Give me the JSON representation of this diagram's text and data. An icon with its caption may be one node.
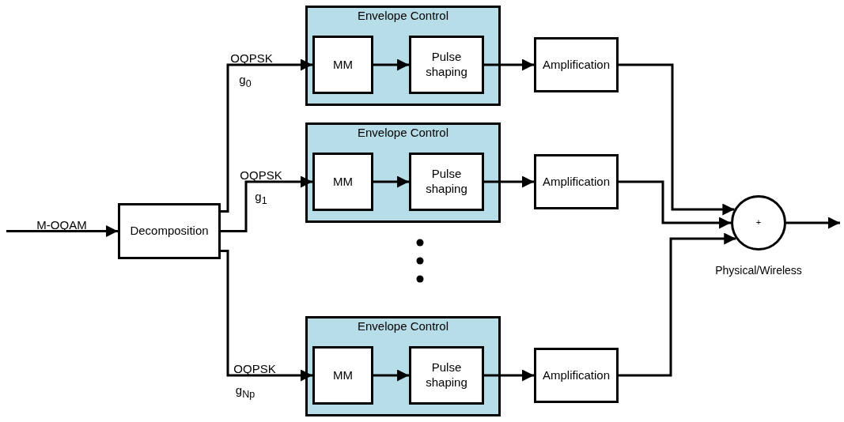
{
  "diagram": {
    "nodes": [
      {
        "text": [
          "Decomposition"
        ]
      },
      {
        "text": [
          "Envelope Control"
        ]
      },
      {
        "text": [
          "MM"
        ],
        "in": 1
      },
      {
        "text": [
          "Pulse shaping"
        ],
        "in": 1
      },
      {
        "text": [
          "Amplification"
        ]
      },
      {
        "text": [
          "Envelope Control"
        ]
      },
      {
        "text": [
          "MM"
        ],
        "in": 5
      },
      {
        "text": [
          "Pulse shaping"
        ],
        "in": 5
      },
      {
        "text": [
          "Amplification"
        ]
      },
      {
        "text": [
          "Envelope Control"
        ]
      },
      {
        "text": [
          "MM"
        ],
        "in": 9
      },
      {
        "text": [
          "Pulse shaping"
        ],
        "in": 9
      },
      {
        "text": [
          "Amplification"
        ]
      },
      {
        "text": [
          "+"
        ],
        "beside": [
          "Physical/Wireless"
        ]
      }
    ],
    "edges": [
      {
        "from": null,
        "to": 0,
        "arrow": "to",
        "label": "M-OQAM"
      },
      {
        "from": 0,
        "to": 2,
        "arrow": "to",
        "label": "OQPSK"
      },
      {
        "from": 2,
        "to": 3,
        "arrow": "to"
      },
      {
        "from": 3,
        "to": 4,
        "arrow": "to"
      },
      {
        "from": 0,
        "to": 6,
        "arrow": "to",
        "label": "OQPSK"
      },
      {
        "from": 6,
        "to": 7,
        "arrow": "to"
      },
      {
        "from": 7,
        "to": 8,
        "arrow": "to"
      },
      {
        "from": 0,
        "to": 10,
        "arrow": "to",
        "label": "OQPSK"
      },
      {
        "from": 10,
        "to": 11,
        "arrow": "to"
      },
      {
        "from": 11,
        "to": 12,
        "arrow": "to"
      },
      {
        "from": 4,
        "to": 13,
        "arrow": "to"
      },
      {
        "from": 8,
        "to": 13,
        "arrow": "to"
      },
      {
        "from": 12,
        "to": 13,
        "arrow": "to"
      },
      {
        "from": 13,
        "to": null,
        "arrow": "to"
      }
    ],
    "labels": [
      "g$_{0}$",
      "g$_{1}$",
      "g$_{Np}$"
    ]
  }
}
